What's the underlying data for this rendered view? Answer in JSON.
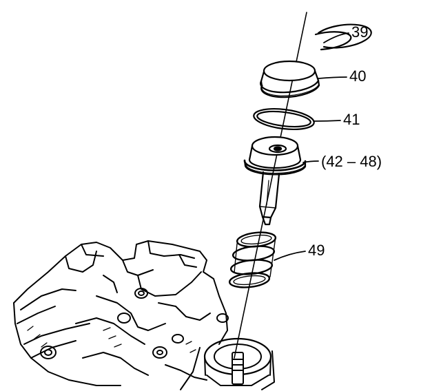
{
  "diagram": {
    "line_color": "#000000",
    "background": "#ffffff",
    "callouts": [
      {
        "id": "39",
        "text": "39",
        "part": "snap-ring"
      },
      {
        "id": "40",
        "text": "40",
        "part": "cover"
      },
      {
        "id": "41",
        "text": "41",
        "part": "seal-ring"
      },
      {
        "id": "42-48",
        "text": "(42 – 48)",
        "part": "piston-assembly"
      },
      {
        "id": "49",
        "text": "49",
        "part": "return-spring"
      }
    ]
  }
}
